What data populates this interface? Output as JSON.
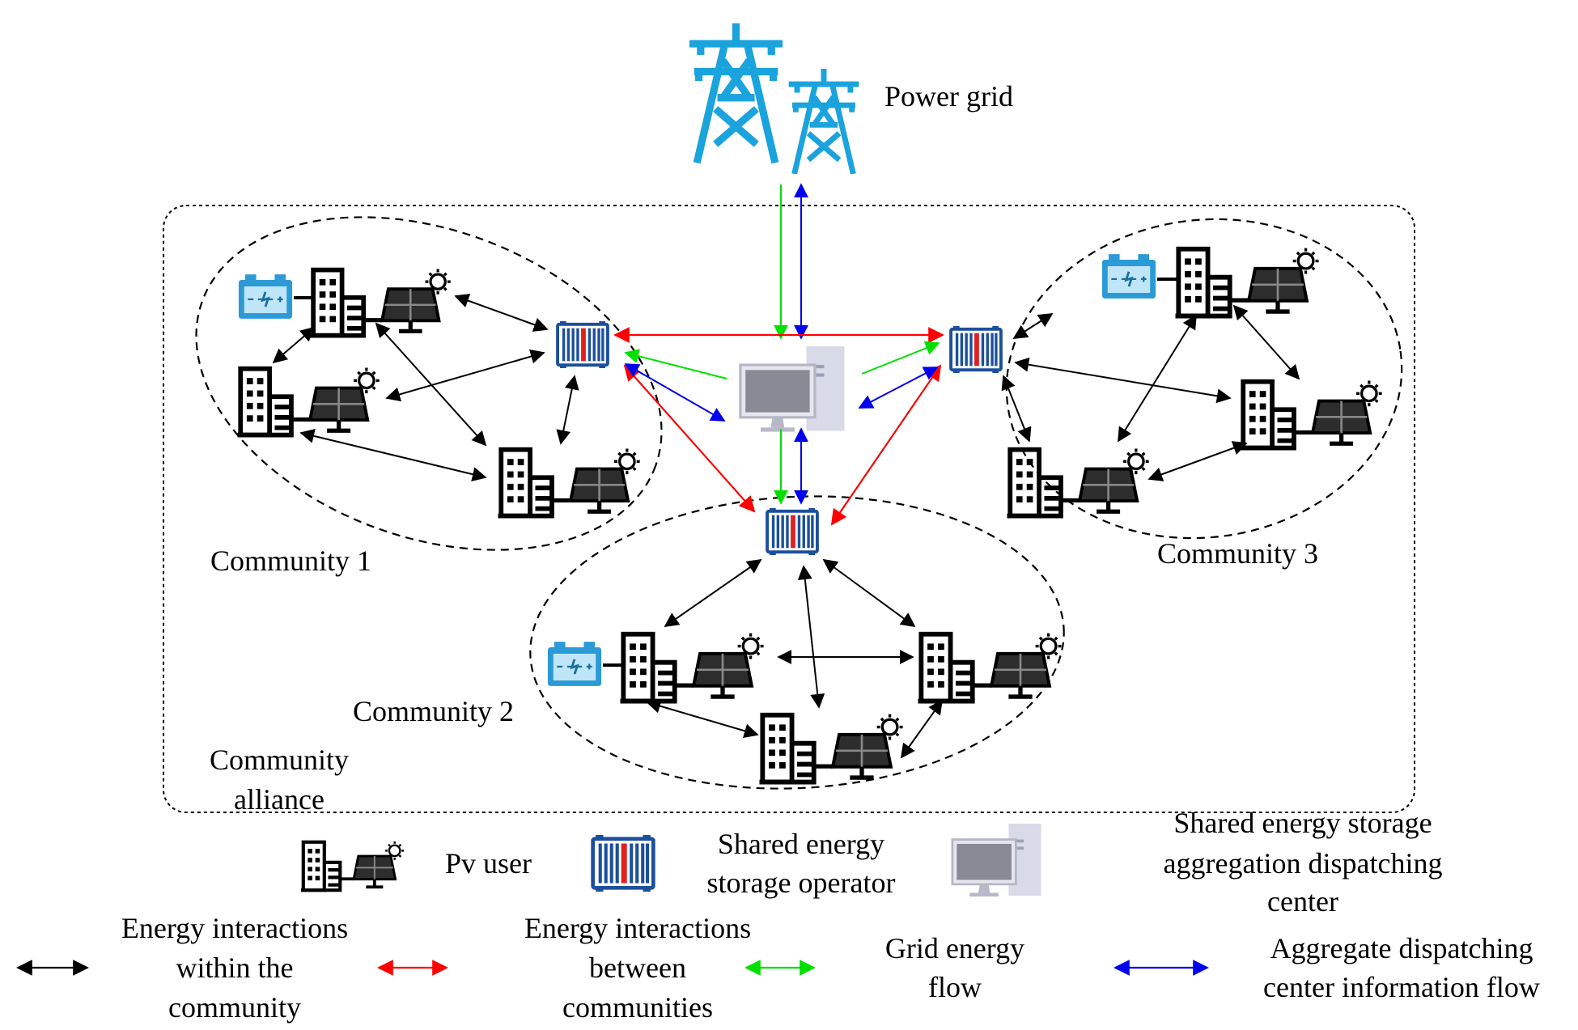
{
  "labels": {
    "power_grid": "Power grid",
    "community_1": "Community 1",
    "community_2": "Community 2",
    "community_3": "Community 3",
    "alliance_line1": "Community",
    "alliance_line2": "alliance"
  },
  "legend": {
    "pv_user": "Pv user",
    "storage_operator": [
      "Shared energy",
      "storage operator"
    ],
    "dispatch_center": [
      "Shared energy storage",
      "aggregation dispatching",
      "center"
    ],
    "within": [
      "Energy interactions",
      "within the",
      "community"
    ],
    "between": [
      "Energy interactions",
      "between",
      "communities"
    ],
    "grid_flow": [
      "Grid energy",
      "flow"
    ],
    "info_flow": [
      "Aggregate dispatching",
      "center information flow"
    ]
  },
  "colors": {
    "within": "#000000",
    "between": "#ff0000",
    "grid_flow": "#00e000",
    "info_flow": "#0000ee",
    "tower": "#1aa3dc",
    "battery": "#2b9ad6",
    "storage_blue": "#1c4f9c",
    "storage_red": "#e02020",
    "monitor": "#8a8a96"
  },
  "icons": [
    "power-grid-icon",
    "battery-icon",
    "building-icon",
    "solar-panel-icon",
    "storage-container-icon",
    "computer-icon"
  ]
}
